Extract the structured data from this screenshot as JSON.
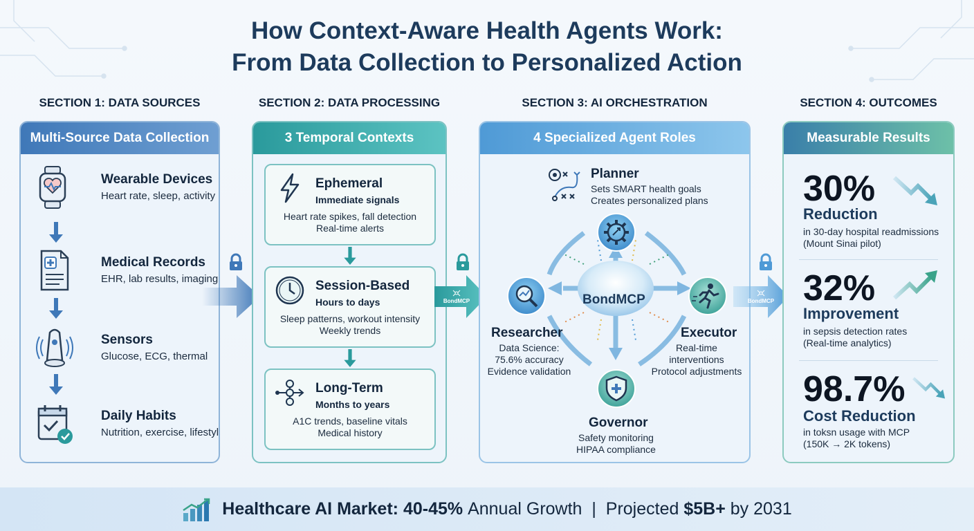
{
  "title": {
    "line1": "How Context-Aware Health Agents Work:",
    "line2": "From Data Collection to Personalized Action"
  },
  "sections": [
    {
      "label": "SECTION 1: DATA SOURCES",
      "header": "Multi-Source Data Collection"
    },
    {
      "label": "SECTION 2: DATA PROCESSING",
      "header": "3 Temporal Contexts"
    },
    {
      "label": "SECTION 3: AI ORCHESTRATION",
      "header": "4 Specialized Agent Roles"
    },
    {
      "label": "SECTION 4: OUTCOMES",
      "header": "Measurable Results"
    }
  ],
  "sources": [
    {
      "title": "Wearable Devices",
      "desc": "Heart rate, sleep, activity",
      "icon": "smartwatch-icon"
    },
    {
      "title": "Medical Records",
      "desc": "EHR, lab results, imaging",
      "icon": "medical-record-icon"
    },
    {
      "title": "Sensors",
      "desc": "Glucose, ECG, thermal",
      "icon": "sensor-icon"
    },
    {
      "title": "Daily Habits",
      "desc": "Nutrition, exercise, lifestyle",
      "icon": "calendar-check-icon"
    }
  ],
  "contexts": [
    {
      "title": "Ephemeral",
      "sub": "Immediate signals",
      "desc1": "Heart rate spikes, fall detection",
      "desc2": "Real-time alerts",
      "icon": "lightning-icon"
    },
    {
      "title": "Session-Based",
      "sub": "Hours to days",
      "desc1": "Sleep patterns, workout intensity",
      "desc2": "Weekly trends",
      "icon": "clock-icon"
    },
    {
      "title": "Long-Term",
      "sub": "Months to years",
      "desc1": "A1C trends, baseline vitals",
      "desc2": "Medical history",
      "icon": "timeline-icon"
    }
  ],
  "flow_tag": "BondMCP",
  "hub": "BondMCP",
  "agents": {
    "planner": {
      "title": "Planner",
      "desc1": "Sets SMART health goals",
      "desc2": "Creates personalized plans"
    },
    "researcher": {
      "title": "Researcher",
      "desc1": "Data Science:",
      "desc2": "75.6% accuracy",
      "desc3": "Evidence validation"
    },
    "executor": {
      "title": "Executor",
      "desc1": "Real-time",
      "desc2": "interventions",
      "desc3": "Protocol adjustments"
    },
    "governor": {
      "title": "Governor",
      "desc1": "Safety monitoring",
      "desc2": "HIPAA compliance"
    }
  },
  "results": [
    {
      "value": "30%",
      "label": "Reduction",
      "desc1": "in 30-day hospital readmissions",
      "desc2": "(Mount Sinai pilot)",
      "trend": "down"
    },
    {
      "value": "32%",
      "label": "Improvement",
      "desc1": "in sepsis detection rates",
      "desc2": "(Real-time analytics)",
      "trend": "up"
    },
    {
      "value": "98.7%",
      "label": "Cost Reduction",
      "desc1": "in toksn usage with MCP",
      "desc2": "(150K → 2K tokens)",
      "trend": "down"
    }
  ],
  "footer": {
    "part1": "Healthcare AI Market:",
    "part2": "40-45%",
    "part3": "Annual Growth",
    "sep": "|",
    "part4": "Projected",
    "part5": "$5B+",
    "part6": "by 2031"
  },
  "colors": {
    "navy": "#1d3b5c",
    "blue": "#3f78b8",
    "teal": "#2a9a9c",
    "sky": "#4f9ad6",
    "green": "#6dc0a8"
  }
}
